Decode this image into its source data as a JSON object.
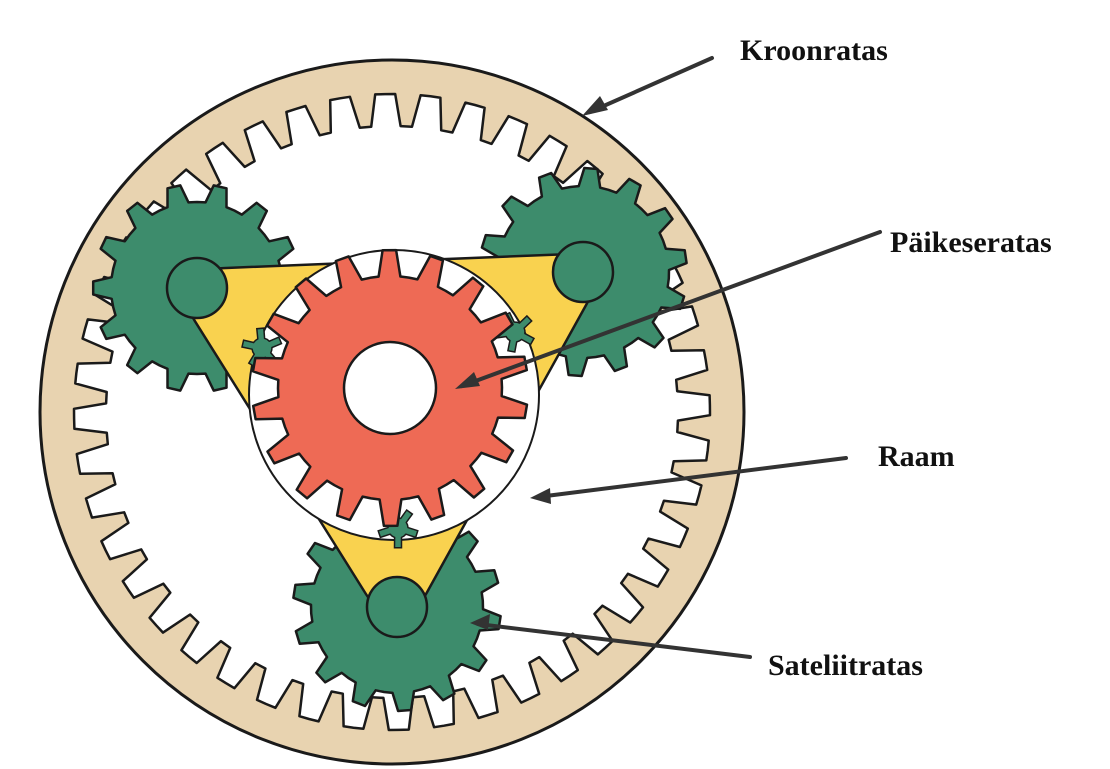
{
  "labels": {
    "ring_gear": "Kroonratas",
    "sun_gear": "Päikeseratas",
    "carrier": "Raam",
    "planet_gear": "Sateliitratas"
  },
  "colors": {
    "ring": "#e8d3b0",
    "carrier": "#f9d24f",
    "sun": "#ee6a55",
    "planet": "#3d8c6c",
    "outline": "#1a1a1a",
    "arrow": "#333333"
  },
  "gears": {
    "ring_teeth": 44,
    "sun_teeth": 18,
    "planet_teeth": 14,
    "planet_count": 3
  }
}
